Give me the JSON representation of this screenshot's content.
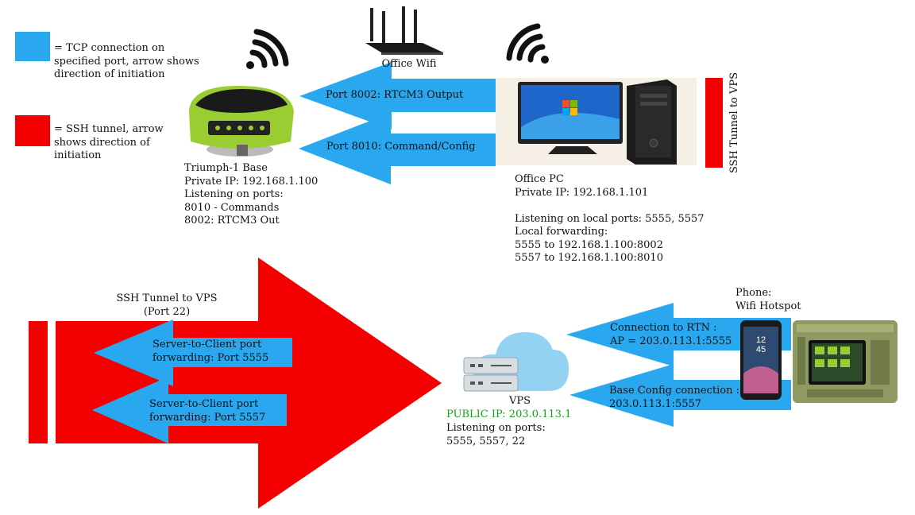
{
  "legend": {
    "tcp_color": "#29A8F0",
    "ssh_color": "#F50000",
    "tcp_text": "= TCP connection on\nspecified port, arrow shows\ndirection of initiation",
    "ssh_text": "= SSH tunnel, arrow\nshows direction of\ninitiation"
  },
  "router": {
    "label": "Office Wifi",
    "icon": "wifi-router-icon"
  },
  "base": {
    "icon": "gnss-receiver-icon",
    "info": "Triumph-1 Base\nPrivate IP: 192.168.1.100\nListening on ports:\n8010 - Commands\n8002: RTCM3 Out"
  },
  "office_pc": {
    "icon": "desktop-pc-icon",
    "info": "Office PC\nPrivate IP: 192.168.1.101\n\nListening on local ports: 5555, 5557\nLocal forwarding:\n5555 to 192.168.1.100:8002\n5557 to 192.168.1.100:8010",
    "tunnel_label": "SSH Tunnel to VPS"
  },
  "arrows_top": {
    "rtcm": "Port 8002: RTCM3 Output",
    "command": "Port 8010: Command/Config"
  },
  "ssh_tunnel": {
    "label": "SSH Tunnel to VPS\n(Port 22)",
    "fwd1": "Server-to-Client port\nforwarding: Port 5555",
    "fwd2": "Server-to-Client port\nforwarding: Port 5557"
  },
  "vps": {
    "icon": "cloud-server-icon",
    "title": "VPS",
    "public_ip": "PUBLIC IP: 203.0.113.1",
    "public_ip_color": "#1A9F1A",
    "listening": "Listening on ports:\n5555, 5557, 22"
  },
  "phone": {
    "label": "Phone:\nWifi Hotspot",
    "icon": "smartphone-icon",
    "clock": "12\n45"
  },
  "rover": {
    "icon": "field-controller-icon"
  },
  "arrows_right": {
    "rtn": "Connection to RTN :\nAP = 203.0.113.1:5555",
    "config": "Base Config connection :\n203.0.113.1:5557"
  }
}
